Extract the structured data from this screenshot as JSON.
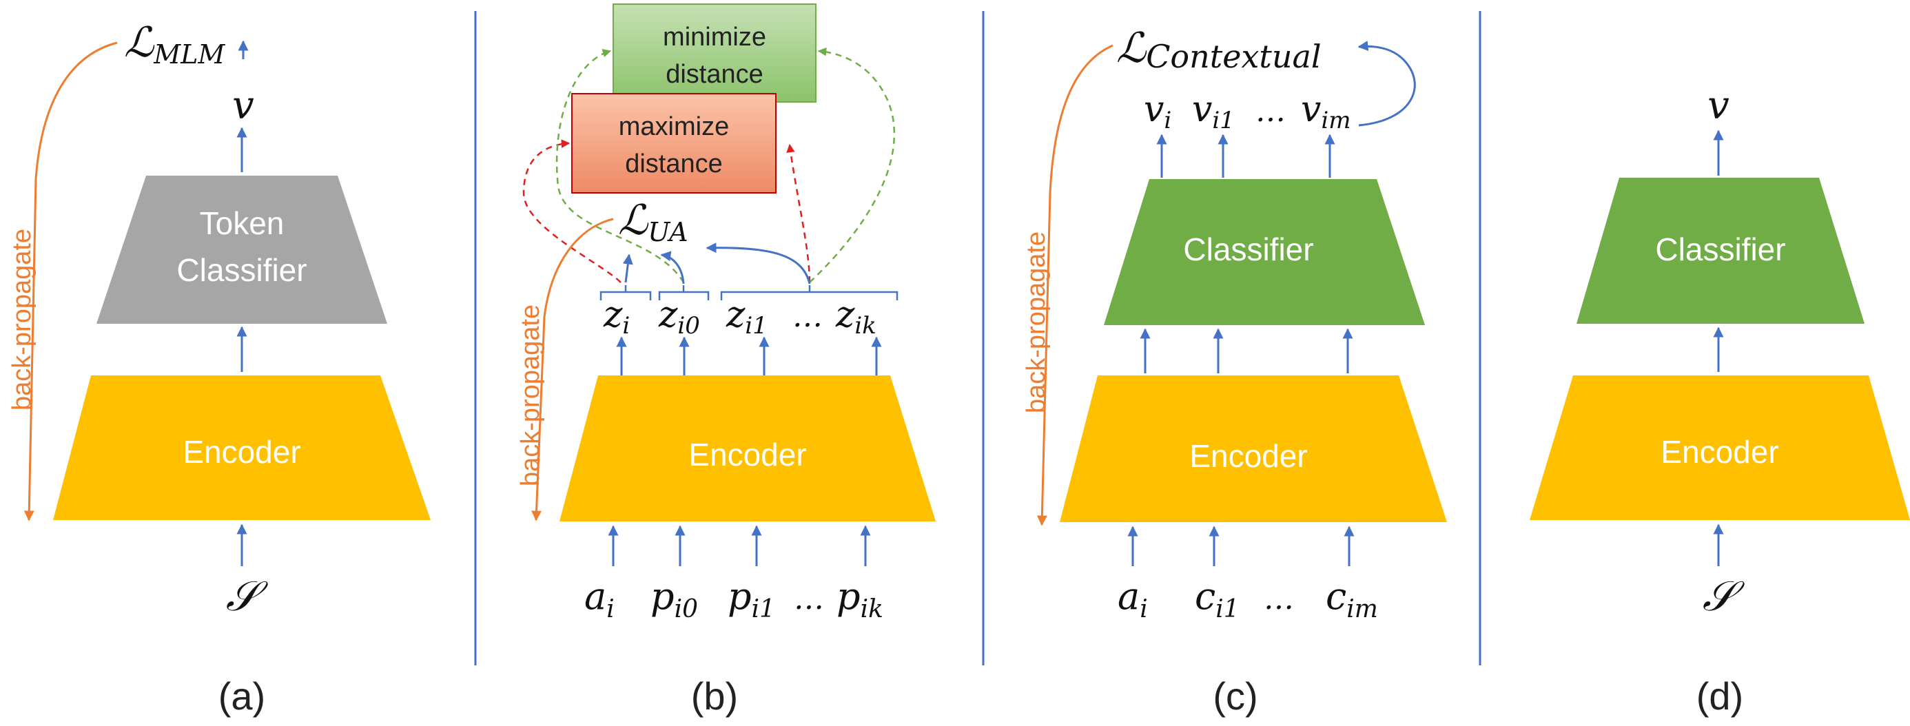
{
  "colors": {
    "encoder": "#FFC000",
    "token_classifier": "#A6A6A6",
    "classifier": "#70AD47",
    "minimize_box": "#A9D18E",
    "maximize_box": "#F4A582",
    "arrow_blue": "#4472C4",
    "backprop_orange": "#ED7D31",
    "dashed_red": "#E02020",
    "dashed_green": "#70AD47",
    "divider": "#4472C4"
  },
  "panel_a": {
    "loss": "ℒ",
    "loss_sub": "MLM",
    "output": "v",
    "classifier": [
      "Token",
      "Classifier"
    ],
    "encoder": "Encoder",
    "input": "𝒮",
    "backprop": "back-propagate",
    "caption": "(a)"
  },
  "panel_b": {
    "minimize": [
      "minimize",
      "distance"
    ],
    "maximize": [
      "maximize",
      "distance"
    ],
    "loss": "ℒ",
    "loss_sub": "UA",
    "z_labels": [
      {
        "base": "z",
        "sub": "i"
      },
      {
        "base": "z",
        "sub": "i0"
      },
      {
        "base": "z",
        "sub": "i1"
      },
      {
        "base": "…",
        "sub": ""
      },
      {
        "base": "z",
        "sub": "ik"
      }
    ],
    "encoder": "Encoder",
    "inputs": [
      {
        "base": "a",
        "sub": "i"
      },
      {
        "base": "p",
        "sub": "i0"
      },
      {
        "base": "p",
        "sub": "i1"
      },
      {
        "base": "…",
        "sub": ""
      },
      {
        "base": "p",
        "sub": "ik"
      }
    ],
    "backprop": "back-propagate",
    "caption": "(b)"
  },
  "panel_c": {
    "loss": "ℒ",
    "loss_sub": "Contextual",
    "outputs": [
      {
        "base": "v",
        "sub": "i"
      },
      {
        "base": "v",
        "sub": "i1"
      },
      {
        "base": "…",
        "sub": ""
      },
      {
        "base": "v",
        "sub": "im"
      }
    ],
    "classifier": "Classifier",
    "encoder": "Encoder",
    "inputs": [
      {
        "base": "a",
        "sub": "i"
      },
      {
        "base": "c",
        "sub": "i1"
      },
      {
        "base": "…",
        "sub": ""
      },
      {
        "base": "c",
        "sub": "im"
      }
    ],
    "backprop": "back-propagate",
    "caption": "(c)"
  },
  "panel_d": {
    "output": "v",
    "classifier": "Classifier",
    "encoder": "Encoder",
    "input": "𝒮",
    "caption": "(d)"
  }
}
